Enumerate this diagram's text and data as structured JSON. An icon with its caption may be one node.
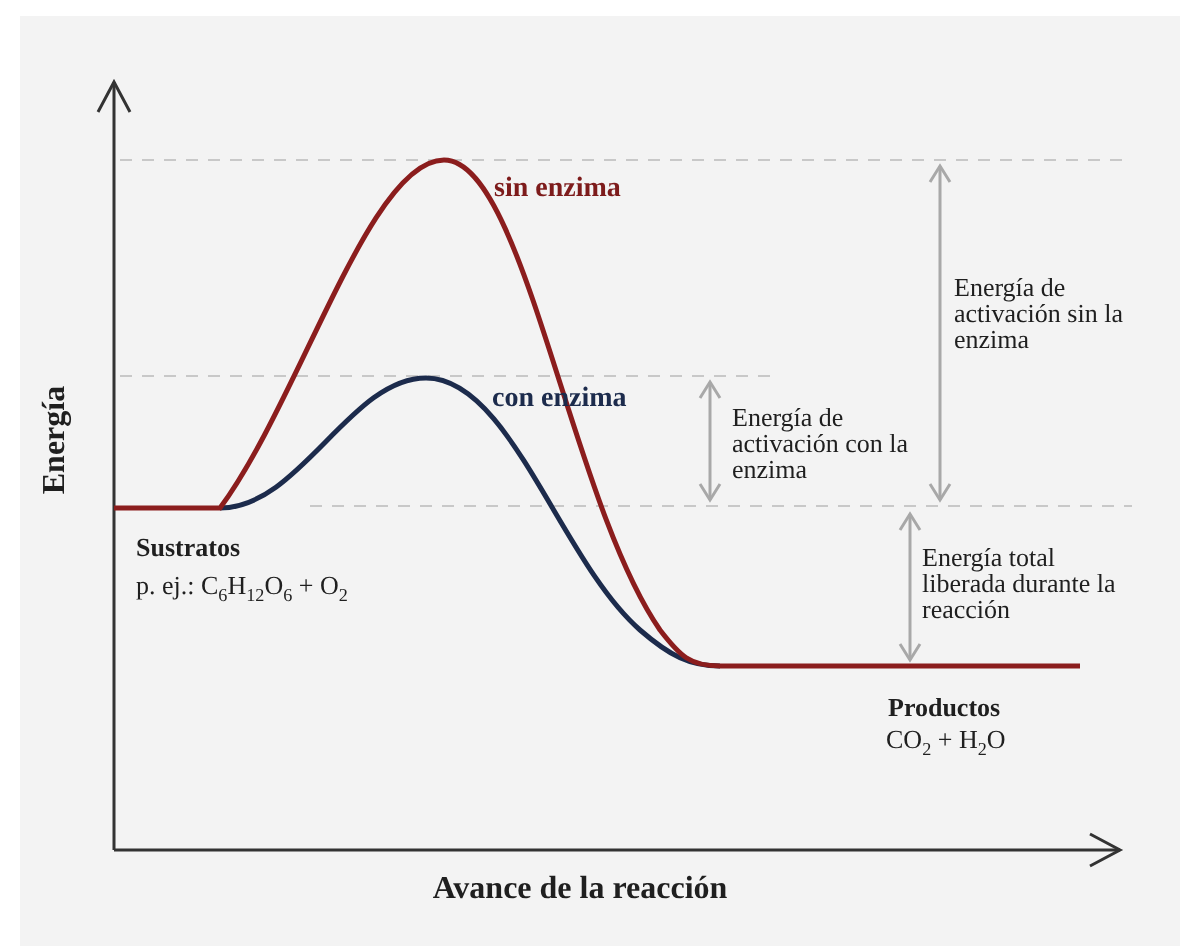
{
  "diagram": {
    "labels": [
      "sin enzima",
      "Energía de activación sin la enzima",
      "con enzima",
      "Energía de activación con la enzima",
      "Energía",
      "Sustratos",
      "p. ej.: C$_{6}$H$_{12}$O$_{6}$ + O$_{2}$",
      "Energía total liberada durante la reacción",
      "Productos",
      "CO$_{2}$ + H$_{2}$O",
      "Avance de la reacción"
    ]
  }
}
